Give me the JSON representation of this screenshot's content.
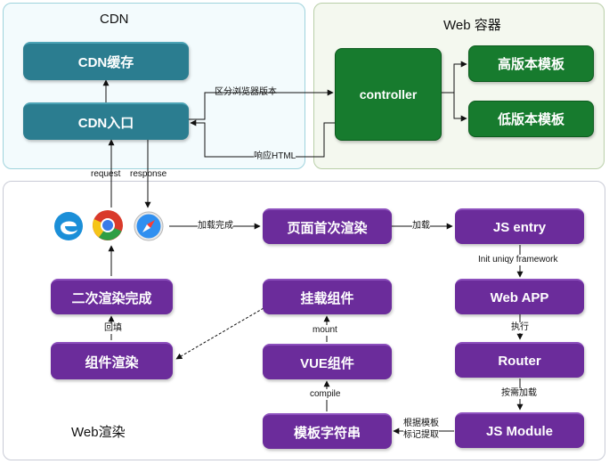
{
  "regions": {
    "cdn": {
      "title": "CDN",
      "fill": "#f3fbfd",
      "border": "#9fd3dc"
    },
    "web_container": {
      "title": "Web 容器",
      "fill": "#f4f8ef",
      "border": "#b9cfa8"
    },
    "web_render": {
      "title": "Web渲染",
      "fill": "#ffffff",
      "border": "#c9cbd6"
    }
  },
  "nodes": {
    "cdn_cache": "CDN缓存",
    "cdn_entry": "CDN入口",
    "controller": "controller",
    "high_template": "高版本模板",
    "low_template": "低版本模板",
    "first_render": "页面首次渲染",
    "js_entry": "JS entry",
    "mount_component": "挂载组件",
    "second_render_done": "二次渲染完成",
    "web_app": "Web APP",
    "component_render": "组件渲染",
    "vue_component": "VUE组件",
    "router": "Router",
    "template_string": "模板字符串",
    "js_module": "JS Module"
  },
  "edge_labels": {
    "browser_version": "区分浏览器版本",
    "response_html": "响应HTML",
    "request": "request",
    "response": "response",
    "load_done": "加载完成",
    "load": "加载",
    "init": "Init uniqy framework",
    "execute": "执行",
    "on_demand": "按需加载",
    "mount": "mount",
    "backfill": "回填",
    "compile": "compile",
    "extract_line1": "根据模板",
    "extract_line2": "标记提取"
  },
  "icons": [
    "edge-browser-icon",
    "chrome-browser-icon",
    "safari-browser-icon"
  ],
  "colors": {
    "teal": "#2b7d90",
    "green": "#177b2e",
    "purple": "#6b2c9b"
  }
}
